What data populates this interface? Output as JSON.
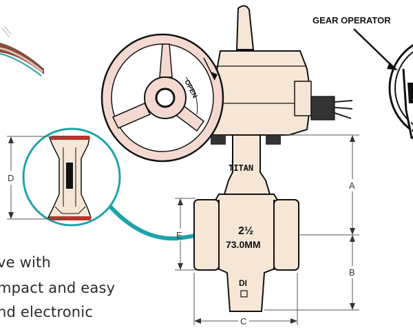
{
  "labels": {
    "gear_operator": "GEAR OPERATOR",
    "open": "OPEN",
    "brand": "TITAN",
    "size_fraction": "2½",
    "size_metric": "73.0MM",
    "di": "DI",
    "dim_a": "A",
    "dim_b": "B",
    "dim_c": "C",
    "dim_d": "D",
    "dim_e": "E"
  },
  "caption_lines": [
    "ve with",
    "mpact and easy",
    "nd electronic"
  ],
  "colors": {
    "valve_body": "#f5e6d6",
    "handwheel": "#f3d9cf",
    "outline": "#1a1a1a",
    "teal_callout": "#1ea3a8",
    "seal_red": "#b8342a"
  }
}
